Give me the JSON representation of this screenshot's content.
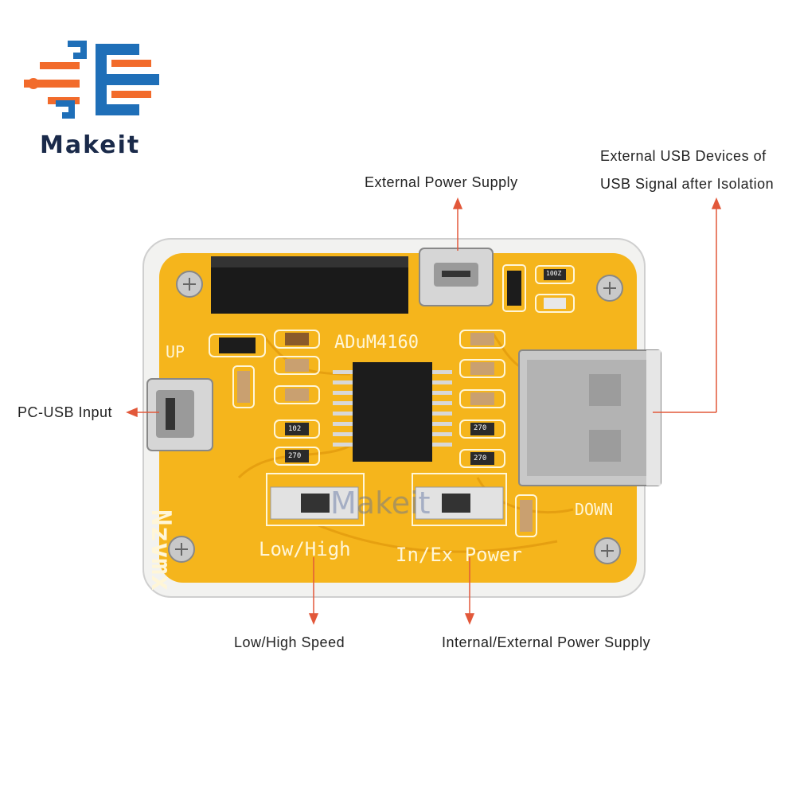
{
  "logo": {
    "text": "Makeit",
    "colors": {
      "orange": "#f26b2b",
      "blue": "#1f6fb8"
    }
  },
  "labels": {
    "external_power": "External Power Supply",
    "external_usb_line1": "External USB Devices of",
    "external_usb_line2": "USB Signal after Isolation",
    "pc_usb": "PC-USB Input",
    "low_high_speed": "Low/High Speed",
    "int_ext_power": "Internal/External Power Supply"
  },
  "board": {
    "chip_label": "ADuM4160",
    "up": "UP",
    "down": "DOWN",
    "low_high": "Low/High",
    "in_ex_power": "In/Ex Power",
    "watermark": "Makeit",
    "brand": "Nzvmx",
    "resistor_codes": [
      "100Z",
      "270",
      "270",
      "270",
      "102"
    ],
    "colors": {
      "pcb": "#f5b51c",
      "silk": "#fff6d8",
      "arrow": "#e2583a"
    }
  }
}
